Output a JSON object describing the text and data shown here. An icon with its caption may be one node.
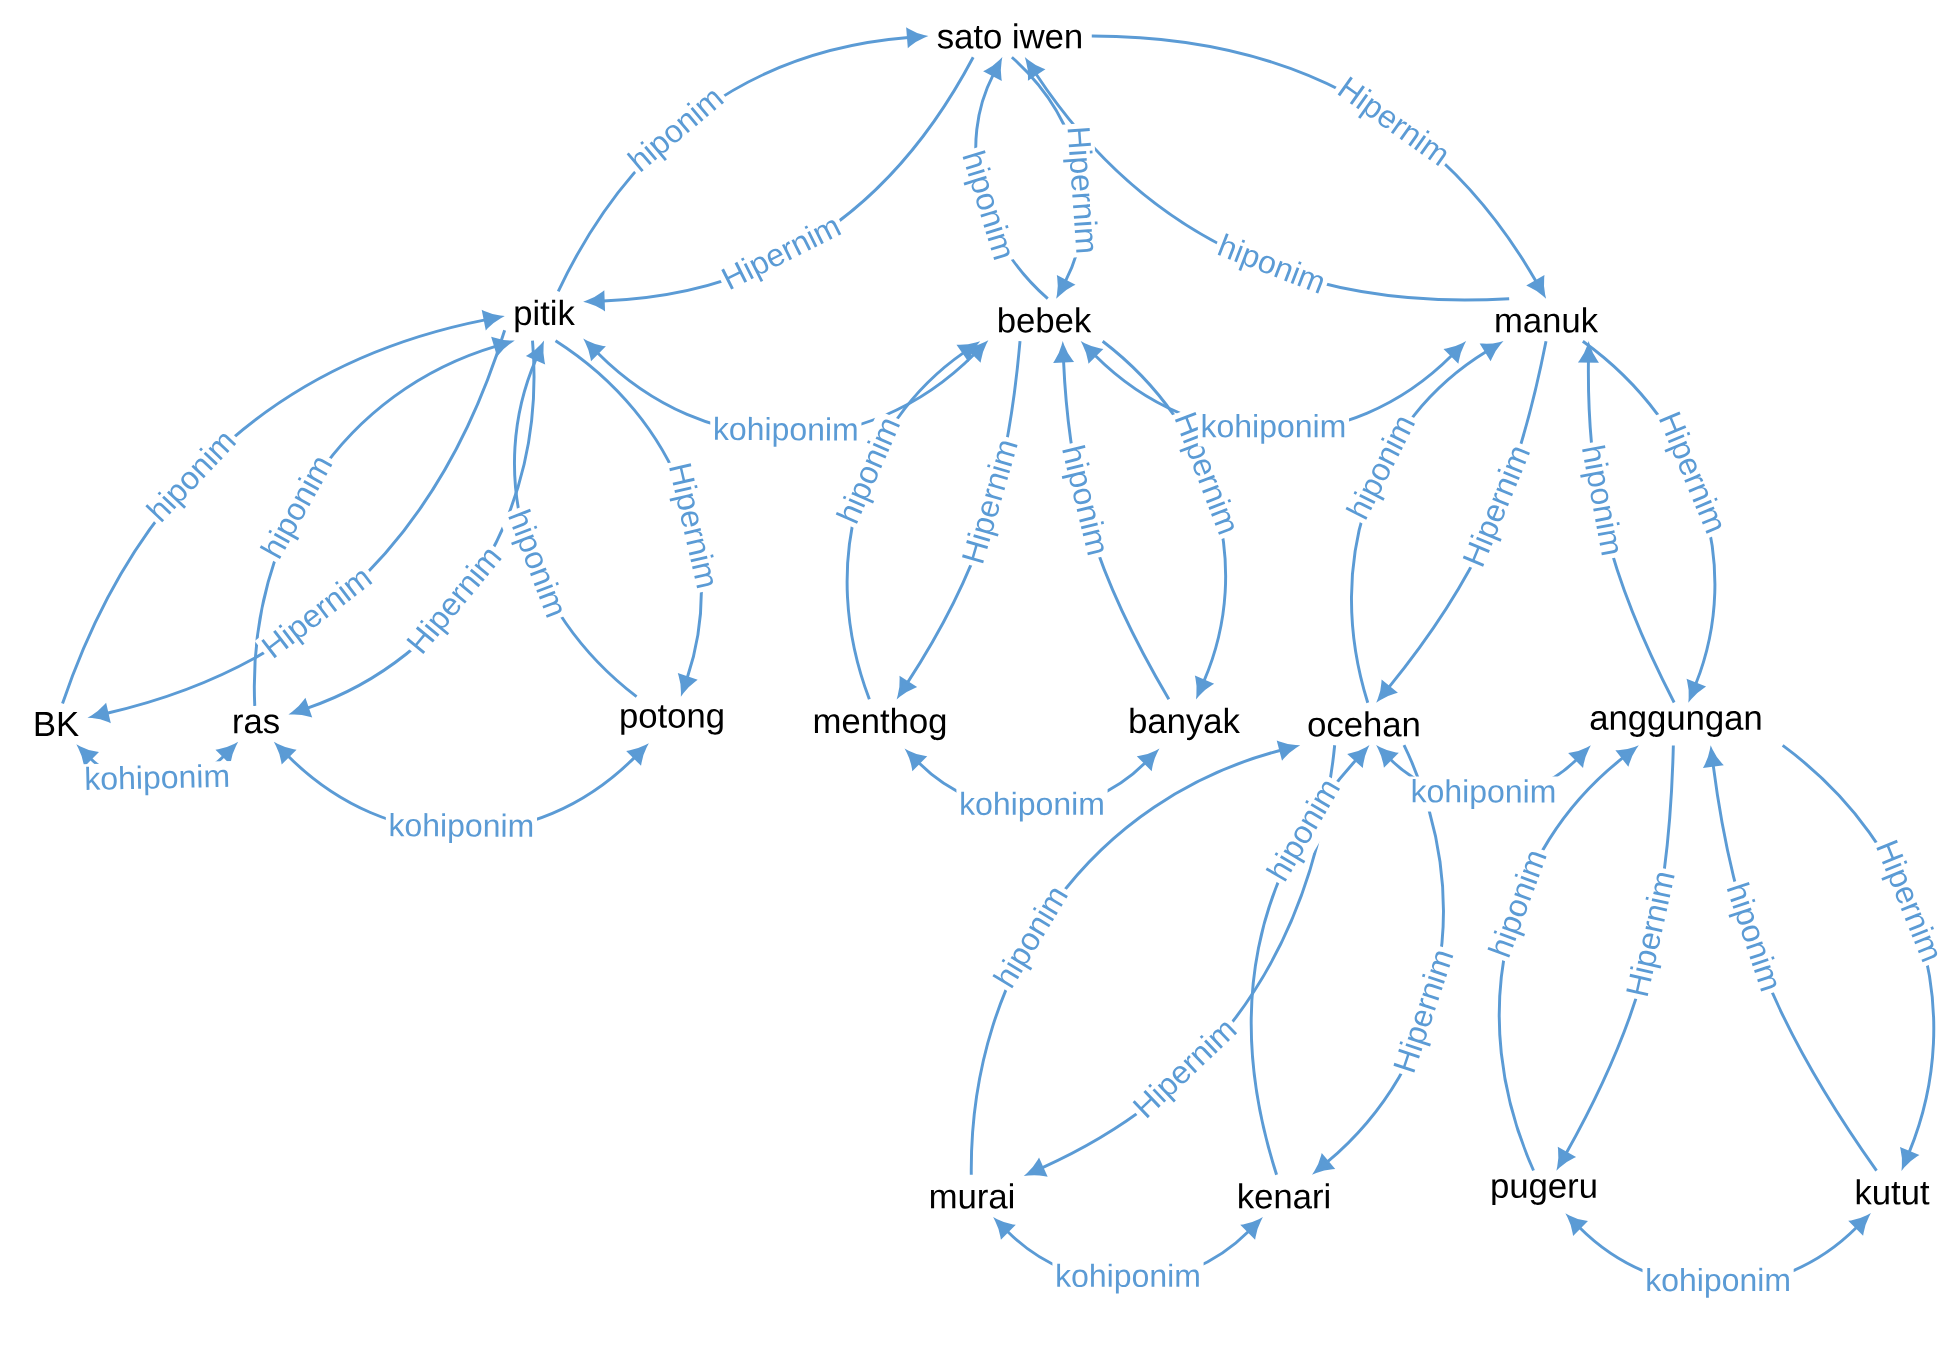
{
  "diagram": {
    "nodes": [
      {
        "text": [
          "sato iwen"
        ]
      },
      {
        "text": [
          "pitik"
        ]
      },
      {
        "text": [
          "bebek"
        ]
      },
      {
        "text": [
          "manuk"
        ]
      },
      {
        "text": [
          "BK"
        ]
      },
      {
        "text": [
          "ras"
        ]
      },
      {
        "text": [
          "potong"
        ]
      },
      {
        "text": [
          "menthog"
        ]
      },
      {
        "text": [
          "banyak"
        ]
      },
      {
        "text": [
          "ocehan"
        ]
      },
      {
        "text": [
          "anggungan"
        ]
      },
      {
        "text": [
          "murai"
        ]
      },
      {
        "text": [
          "kenari"
        ]
      },
      {
        "text": [
          "pugeru"
        ]
      },
      {
        "text": [
          "kutut"
        ]
      }
    ],
    "edges": [
      {
        "from": 1,
        "to": 0,
        "arrow": "to",
        "label": "hiponim"
      },
      {
        "from": 0,
        "to": 1,
        "arrow": "to",
        "label": "Hipernim"
      },
      {
        "from": 2,
        "to": 0,
        "arrow": "to",
        "label": "hiponim"
      },
      {
        "from": 0,
        "to": 2,
        "arrow": "to",
        "label": "Hipernim"
      },
      {
        "from": 3,
        "to": 0,
        "arrow": "to",
        "label": "hiponim"
      },
      {
        "from": 0,
        "to": 3,
        "arrow": "to",
        "label": "Hipernim"
      },
      {
        "from": 4,
        "to": 1,
        "arrow": "to",
        "label": "hiponim"
      },
      {
        "from": 1,
        "to": 4,
        "arrow": "to",
        "label": "Hipernim"
      },
      {
        "from": 5,
        "to": 1,
        "arrow": "to",
        "label": "hiponim"
      },
      {
        "from": 1,
        "to": 5,
        "arrow": "to",
        "label": "Hipernim"
      },
      {
        "from": 6,
        "to": 1,
        "arrow": "to",
        "label": "hiponim"
      },
      {
        "from": 1,
        "to": 6,
        "arrow": "to",
        "label": "Hipernim"
      },
      {
        "from": 1,
        "to": 2,
        "arrow": "both",
        "label": "kohiponim"
      },
      {
        "from": 4,
        "to": 5,
        "arrow": "both",
        "label": "kohiponim"
      },
      {
        "from": 5,
        "to": 6,
        "arrow": "both",
        "label": "kohiponim"
      },
      {
        "from": 7,
        "to": 2,
        "arrow": "to",
        "label": "hiponim"
      },
      {
        "from": 2,
        "to": 7,
        "arrow": "to",
        "label": "Hipernim"
      },
      {
        "from": 8,
        "to": 2,
        "arrow": "to",
        "label": "hiponim"
      },
      {
        "from": 2,
        "to": 8,
        "arrow": "to",
        "label": "Hipernim"
      },
      {
        "from": 2,
        "to": 3,
        "arrow": "both",
        "label": "kohiponim"
      },
      {
        "from": 7,
        "to": 8,
        "arrow": "both",
        "label": "kohiponim"
      },
      {
        "from": 9,
        "to": 3,
        "arrow": "to",
        "label": "hiponim"
      },
      {
        "from": 3,
        "to": 9,
        "arrow": "to",
        "label": "Hipernim"
      },
      {
        "from": 10,
        "to": 3,
        "arrow": "to",
        "label": "hiponim"
      },
      {
        "from": 3,
        "to": 10,
        "arrow": "to",
        "label": "Hipernim"
      },
      {
        "from": 9,
        "to": 10,
        "arrow": "both",
        "label": "kohiponim"
      },
      {
        "from": 11,
        "to": 9,
        "arrow": "to",
        "label": "hiponim"
      },
      {
        "from": 9,
        "to": 11,
        "arrow": "to",
        "label": "Hipernim"
      },
      {
        "from": 12,
        "to": 9,
        "arrow": "to",
        "label": "hiponim"
      },
      {
        "from": 9,
        "to": 12,
        "arrow": "to",
        "label": "Hipernim"
      },
      {
        "from": 11,
        "to": 12,
        "arrow": "both",
        "label": "kohiponim"
      },
      {
        "from": 13,
        "to": 10,
        "arrow": "to",
        "label": "hiponim"
      },
      {
        "from": 10,
        "to": 13,
        "arrow": "to",
        "label": "Hipernim"
      },
      {
        "from": 14,
        "to": 10,
        "arrow": "to",
        "label": "hiponim"
      },
      {
        "from": 10,
        "to": 14,
        "arrow": "to",
        "label": "Hipernim"
      },
      {
        "from": 13,
        "to": 14,
        "arrow": "both",
        "label": "kohiponim"
      }
    ]
  }
}
